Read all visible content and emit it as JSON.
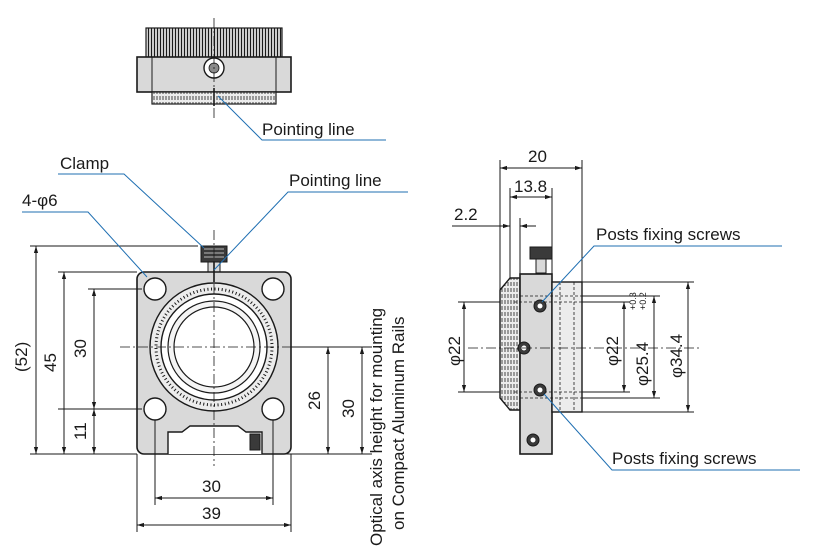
{
  "labels": {
    "pointing_line_top": "Pointing line",
    "pointing_line_front": "Pointing line",
    "clamp": "Clamp",
    "holes": "4-φ6",
    "posts_upper": "Posts fixing screws",
    "posts_lower": "Posts fixing screws",
    "optical_axis_line1": "Optical axis height for mounting",
    "optical_axis_line2": "on Compact Aluminum Rails"
  },
  "front_view": {
    "dim_52": "(52)",
    "dim_45": "45",
    "dim_30_left": "30",
    "dim_11": "11",
    "dim_26": "26",
    "dim_30_right": "30",
    "dim_30_bottom": "30",
    "dim_39": "39"
  },
  "side_view": {
    "dim_20": "20",
    "dim_13_8": "13.8",
    "dim_2_2": "2.2",
    "dim_phi22_left": "φ22",
    "dim_phi22_right": "φ22",
    "dim_phi25_4": "φ25.4",
    "tol_plus": "+0.3",
    "tol_minus": "+0.2",
    "dim_phi34_4": "φ34.4"
  },
  "colors": {
    "leader": "#1f6fb2",
    "line": "#1a1a1a",
    "body": "#d9d9d9"
  }
}
